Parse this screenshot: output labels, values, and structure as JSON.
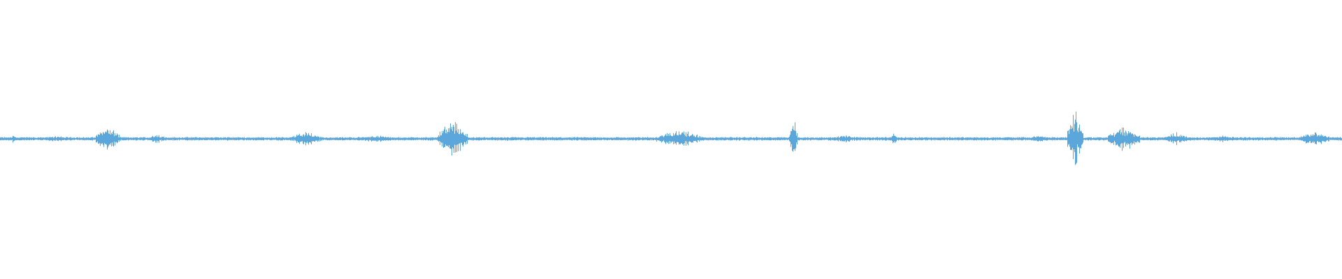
{
  "waveform": {
    "color": "#5ba7dc",
    "background": "#ffffff",
    "bursts": [
      {
        "pos": 0.01,
        "width": 0.002,
        "amp": 0.04
      },
      {
        "pos": 0.042,
        "width": 0.02,
        "amp": 0.012
      },
      {
        "pos": 0.08,
        "width": 0.018,
        "amp": 0.05
      },
      {
        "pos": 0.117,
        "width": 0.012,
        "amp": 0.022
      },
      {
        "pos": 0.228,
        "width": 0.024,
        "amp": 0.03
      },
      {
        "pos": 0.28,
        "width": 0.03,
        "amp": 0.014
      },
      {
        "pos": 0.337,
        "width": 0.022,
        "amp": 0.075
      },
      {
        "pos": 0.506,
        "width": 0.034,
        "amp": 0.038
      },
      {
        "pos": 0.54,
        "width": 0.004,
        "amp": 0.012
      },
      {
        "pos": 0.591,
        "width": 0.006,
        "amp": 0.085
      },
      {
        "pos": 0.63,
        "width": 0.022,
        "amp": 0.016
      },
      {
        "pos": 0.666,
        "width": 0.004,
        "amp": 0.025
      },
      {
        "pos": 0.773,
        "width": 0.016,
        "amp": 0.014
      },
      {
        "pos": 0.801,
        "width": 0.012,
        "amp": 0.11
      },
      {
        "pos": 0.837,
        "width": 0.024,
        "amp": 0.05
      },
      {
        "pos": 0.876,
        "width": 0.018,
        "amp": 0.028
      },
      {
        "pos": 0.91,
        "width": 0.016,
        "amp": 0.014
      },
      {
        "pos": 0.98,
        "width": 0.022,
        "amp": 0.032
      }
    ]
  }
}
